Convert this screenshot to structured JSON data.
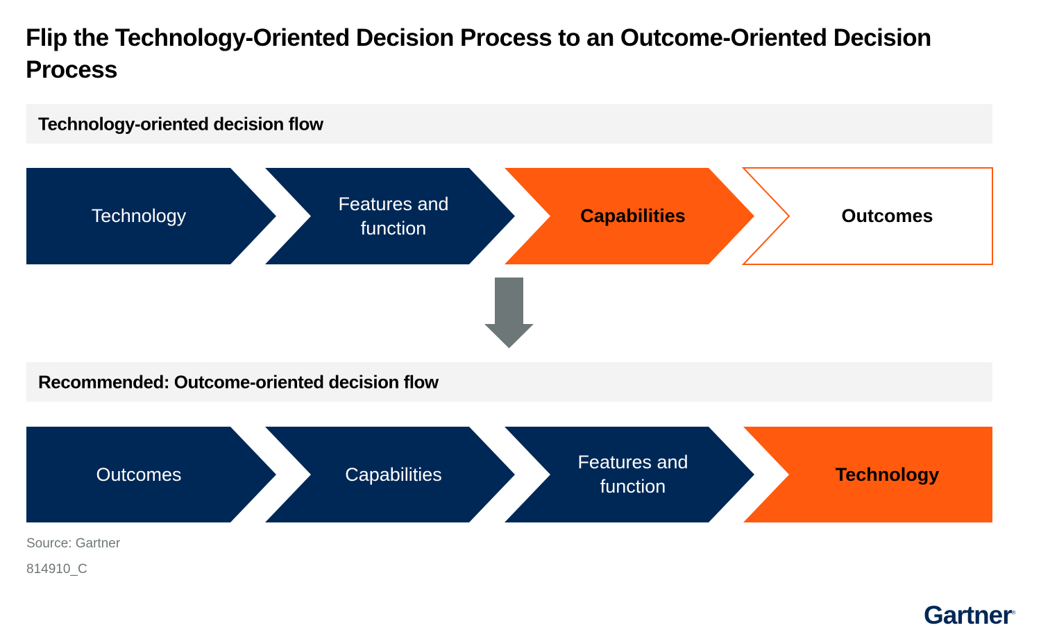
{
  "title": "Flip the Technology-Oriented Decision Process to an Outcome-Oriented Decision Process",
  "colors": {
    "navy": "#002856",
    "orange": "#FF5A0E",
    "band": "#F3F3F3",
    "arrow": "#6E7777"
  },
  "sections": [
    {
      "header": "Technology-oriented decision flow",
      "steps": [
        {
          "label": "Technology",
          "style": "navy"
        },
        {
          "label": "Features and function",
          "style": "navy"
        },
        {
          "label": "Capabilities",
          "style": "orange"
        },
        {
          "label": "Outcomes",
          "style": "outline"
        }
      ]
    },
    {
      "header": "Recommended: Outcome-oriented decision flow",
      "steps": [
        {
          "label": "Outcomes",
          "style": "navy"
        },
        {
          "label": "Capabilities",
          "style": "navy"
        },
        {
          "label": "Features and function",
          "style": "navy"
        },
        {
          "label": "Technology",
          "style": "orange"
        }
      ]
    }
  ],
  "transition_icon": "down-arrow-icon",
  "footer": {
    "source": "Source: Gartner",
    "code": "814910_C"
  },
  "logo": {
    "text": "Gartner",
    "mark": "®"
  }
}
